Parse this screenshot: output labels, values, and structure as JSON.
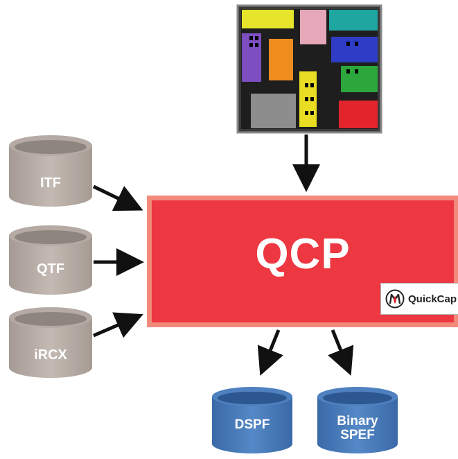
{
  "inputs": [
    {
      "label": "ITF"
    },
    {
      "label": "QTF"
    },
    {
      "label": "iRCX"
    }
  ],
  "center": {
    "title": "QCP",
    "logo_text": "QuickCap"
  },
  "outputs": [
    {
      "label": "DSPF"
    },
    {
      "label_line1": "Binary",
      "label_line2": "SPEF"
    }
  ],
  "colors": {
    "input_cylinder": "#bfb5ae",
    "output_cylinder": "#4a7cbb",
    "qcp_fill": "#ed3741",
    "qcp_border": "#f28a7b",
    "arrow": "#111111"
  }
}
